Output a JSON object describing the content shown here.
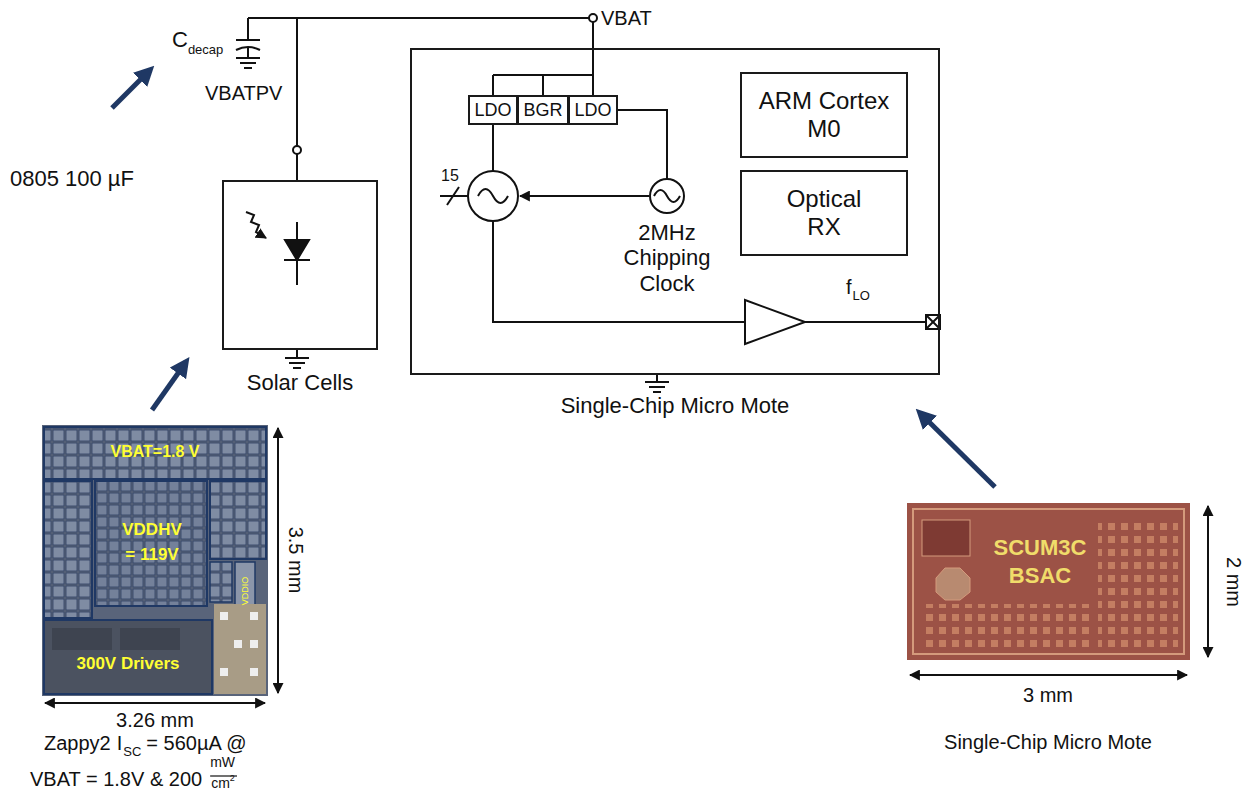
{
  "diagram": {
    "nodes": [
      {
        "text": [
          "Solar Cells"
        ]
      },
      {
        "text": [
          "Single-Chip Micro Mote"
        ]
      },
      {
        "text": [
          "LDO"
        ],
        "in": 1
      },
      {
        "text": [
          "BGR"
        ],
        "in": 1
      },
      {
        "text": [
          "LDO"
        ],
        "in": 1
      },
      {
        "text": [
          "ARM Cortex M0"
        ],
        "in": 1
      },
      {
        "text": [
          "Optical RX"
        ],
        "in": 1
      },
      {
        "text": [
          "2MHz Chipping Clock"
        ],
        "in": 1
      }
    ],
    "edges": [
      {
        "from": 4,
        "to": 7,
        "arrow": "none"
      }
    ],
    "labels": [
      "C",
      "decap",
      "VBAT",
      "VBATPV",
      "0805 100 µF",
      "15",
      "f",
      "LO",
      "VBAT=1.8 V",
      "VDDHV",
      "= 119V",
      "VDDIO",
      "300V Drivers",
      "3.5 mm",
      "3.26 mm",
      "Zappy2",
      "I",
      "SC",
      "= 560µA @",
      "VBAT = 1.8V & 200",
      "mW",
      "cm",
      "2",
      "SCUM3C",
      "BSAC",
      "2 mm",
      "3 mm",
      "Single-Chip Micro Mote"
    ]
  }
}
